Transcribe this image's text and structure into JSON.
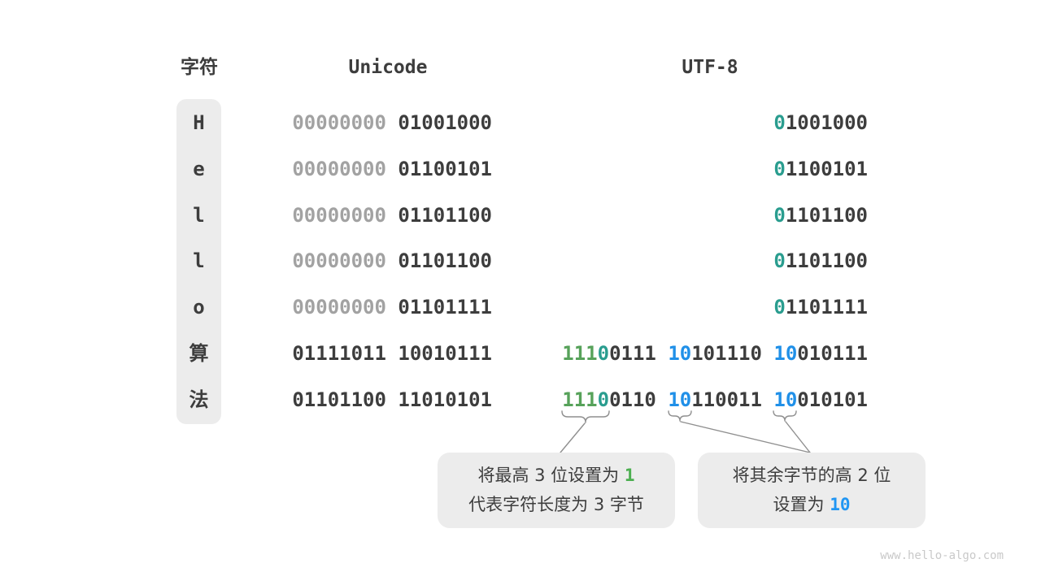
{
  "title": "UTF-8 encoding diagram",
  "colors": {
    "text_dark": "#3d3d3d",
    "text_gray": "#a2a2a2",
    "panel_bg": "#ececec",
    "teal": "#2a9d8f",
    "green": "#57a25a",
    "blue": "#2090e8",
    "callout_green": "#4caf50",
    "callout_blue": "#2196f3",
    "line_gray": "#8f8f8f",
    "watermark_gray": "#c9c9c9"
  },
  "headers": {
    "char": "字符",
    "unicode": "Unicode",
    "utf8": "UTF-8"
  },
  "rows": [
    {
      "char": "H",
      "unicode": [
        {
          "t": "00000000",
          "c": "gray"
        },
        {
          "t": " 01001000",
          "c": "dark"
        }
      ],
      "utf8": [
        {
          "t": "0",
          "c": "teal"
        },
        {
          "t": "1001000",
          "c": "dark"
        }
      ]
    },
    {
      "char": "e",
      "unicode": [
        {
          "t": "00000000",
          "c": "gray"
        },
        {
          "t": " 01100101",
          "c": "dark"
        }
      ],
      "utf8": [
        {
          "t": "0",
          "c": "teal"
        },
        {
          "t": "1100101",
          "c": "dark"
        }
      ]
    },
    {
      "char": "l",
      "unicode": [
        {
          "t": "00000000",
          "c": "gray"
        },
        {
          "t": " 01101100",
          "c": "dark"
        }
      ],
      "utf8": [
        {
          "t": "0",
          "c": "teal"
        },
        {
          "t": "1101100",
          "c": "dark"
        }
      ]
    },
    {
      "char": "l",
      "unicode": [
        {
          "t": "00000000",
          "c": "gray"
        },
        {
          "t": " 01101100",
          "c": "dark"
        }
      ],
      "utf8": [
        {
          "t": "0",
          "c": "teal"
        },
        {
          "t": "1101100",
          "c": "dark"
        }
      ]
    },
    {
      "char": "o",
      "unicode": [
        {
          "t": "00000000",
          "c": "gray"
        },
        {
          "t": " 01101111",
          "c": "dark"
        }
      ],
      "utf8": [
        {
          "t": "0",
          "c": "teal"
        },
        {
          "t": "1101111",
          "c": "dark"
        }
      ]
    },
    {
      "char": "算",
      "unicode": [
        {
          "t": "01111011 10010111",
          "c": "dark"
        }
      ],
      "utf8": [
        {
          "t": "111",
          "c": "green"
        },
        {
          "t": "0",
          "c": "teal"
        },
        {
          "t": "0111 ",
          "c": "dark"
        },
        {
          "t": "10",
          "c": "blue"
        },
        {
          "t": "101110 ",
          "c": "dark"
        },
        {
          "t": "10",
          "c": "blue"
        },
        {
          "t": "010111",
          "c": "dark"
        }
      ]
    },
    {
      "char": "法",
      "unicode": [
        {
          "t": "01101100 11010101",
          "c": "dark"
        }
      ],
      "utf8": [
        {
          "t": "111",
          "c": "green"
        },
        {
          "t": "0",
          "c": "teal"
        },
        {
          "t": "0110 ",
          "c": "dark"
        },
        {
          "t": "10",
          "c": "blue"
        },
        {
          "t": "110011 ",
          "c": "dark"
        },
        {
          "t": "10",
          "c": "blue"
        },
        {
          "t": "010101",
          "c": "dark"
        }
      ]
    }
  ],
  "callouts": {
    "left": {
      "line1": [
        {
          "t": "将最高 3 位设置为 ",
          "c": "dark"
        },
        {
          "t": "1",
          "c": "cgreen"
        }
      ],
      "line2": [
        {
          "t": "代表字符长度为 3 字节",
          "c": "dark"
        }
      ]
    },
    "right": {
      "line1": [
        {
          "t": "将其余字节的高 2 位",
          "c": "dark"
        }
      ],
      "line2": [
        {
          "t": "设置为 ",
          "c": "dark"
        },
        {
          "t": "10",
          "c": "cblue"
        }
      ]
    }
  },
  "watermark": "www.hello-algo.com"
}
